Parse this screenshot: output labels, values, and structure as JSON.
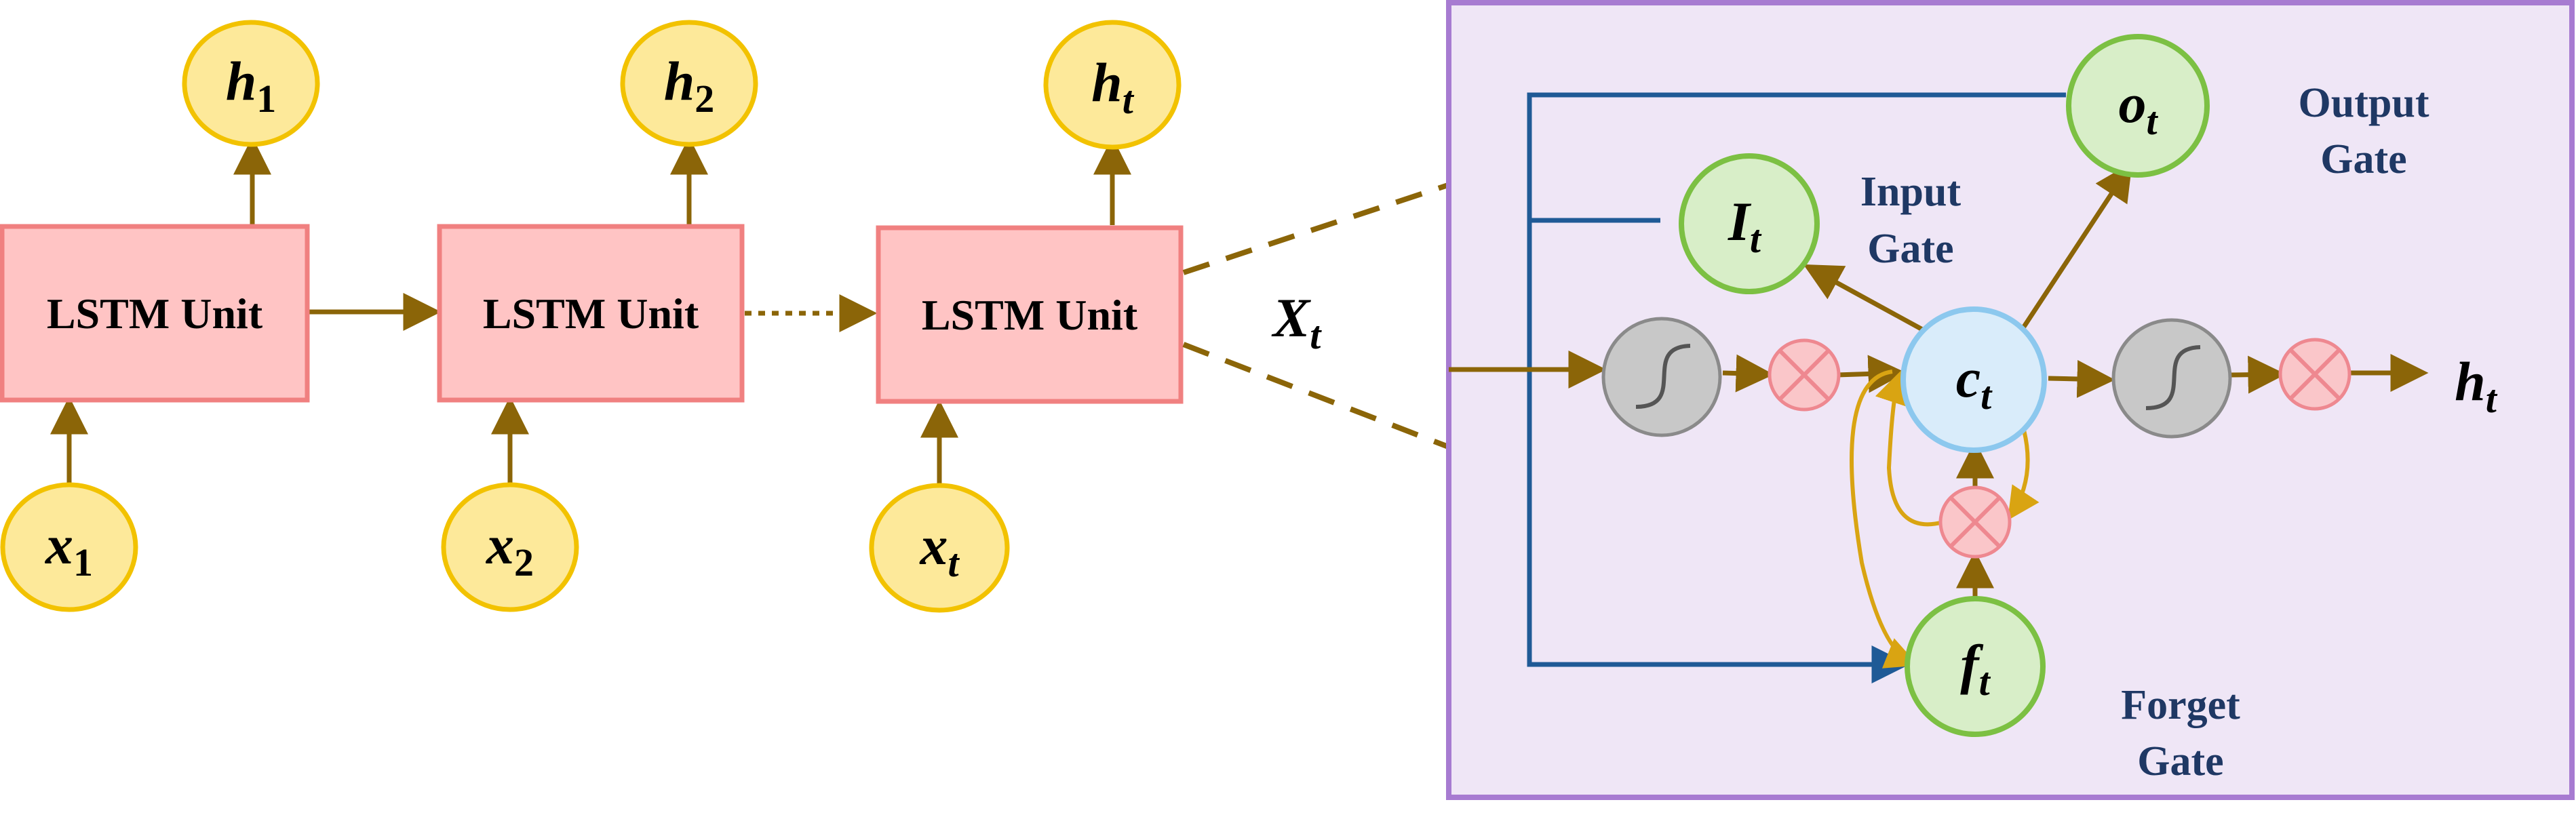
{
  "colors": {
    "arrow": "#8b6508",
    "unit_fill": "#ffc4c4",
    "unit_stroke": "#f08080",
    "io_fill": "#fde99a",
    "io_stroke": "#f2c200",
    "panel_fill": "#efe6f6",
    "panel_stroke": "#a77bd1",
    "gate_fill": "#d8eec8",
    "gate_stroke": "#7cc043",
    "cell_fill": "#d9ecfa",
    "cell_stroke": "#8cc8ee",
    "tanh_fill": "#c8c8c8",
    "mult_fill": "#fac6c9",
    "mult_stroke": "#ee8890",
    "blue_line": "#1f5a96",
    "gold_line": "#d9a412"
  },
  "unrolled": {
    "units": [
      {
        "label": "LSTM Unit",
        "output": {
          "base": "h",
          "sub": "1"
        },
        "input": {
          "base": "x",
          "sub": "1"
        }
      },
      {
        "label": "LSTM Unit",
        "output": {
          "base": "h",
          "sub": "2"
        },
        "input": {
          "base": "x",
          "sub": "2"
        }
      },
      {
        "label": "LSTM Unit",
        "output": {
          "base": "h",
          "sub": "t"
        },
        "input": {
          "base": "x",
          "sub": "t"
        }
      }
    ],
    "zoom_label": {
      "base": "X",
      "sub": "t"
    }
  },
  "detail": {
    "output_gate": {
      "symbol": {
        "base": "o",
        "sub": "t"
      },
      "label_line1": "Output",
      "label_line2": "Gate"
    },
    "input_gate": {
      "symbol": {
        "base": "I",
        "sub": "t"
      },
      "label_line1": "Input",
      "label_line2": "Gate"
    },
    "forget_gate": {
      "symbol": {
        "base": "f",
        "sub": "t"
      },
      "label_line1": "Forget",
      "label_line2": "Gate"
    },
    "cell_state": {
      "symbol": {
        "base": "c",
        "sub": "t"
      }
    },
    "output": {
      "base": "h",
      "sub": "t"
    },
    "activation_icon": "tanh-curve-icon",
    "multiply_icon": "multiply-circle-icon"
  }
}
